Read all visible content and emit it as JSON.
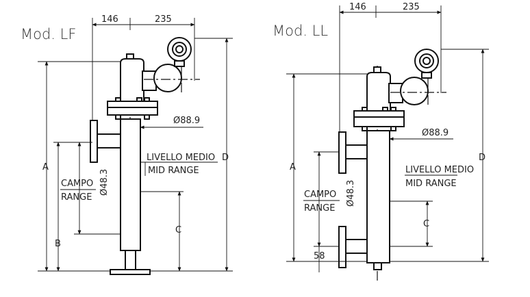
{
  "models": [
    {
      "title": "Mod. LF",
      "dims": {
        "offset_left": "146",
        "offset_right": "235",
        "pipe_diameter": "Ø88.9",
        "nozzle_diameter": "Ø48.3",
        "A": "A",
        "B": "B",
        "C": "C",
        "D": "D"
      },
      "labels": {
        "range_it": "CAMPO",
        "range_en": "RANGE",
        "mid_it": "LIVELLO MEDIO",
        "mid_en": "MID RANGE"
      }
    },
    {
      "title": "Mod. LL",
      "dims": {
        "offset_left": "146",
        "offset_right": "235",
        "pipe_diameter": "Ø88.9",
        "nozzle_diameter": "Ø48.3",
        "A": "A",
        "C": "C",
        "D": "D",
        "bottom": "58"
      },
      "labels": {
        "range_it": "CAMPO",
        "range_en": "RANGE",
        "mid_it": "LIVELLO MEDIO",
        "mid_en": "MID RANGE"
      }
    }
  ]
}
